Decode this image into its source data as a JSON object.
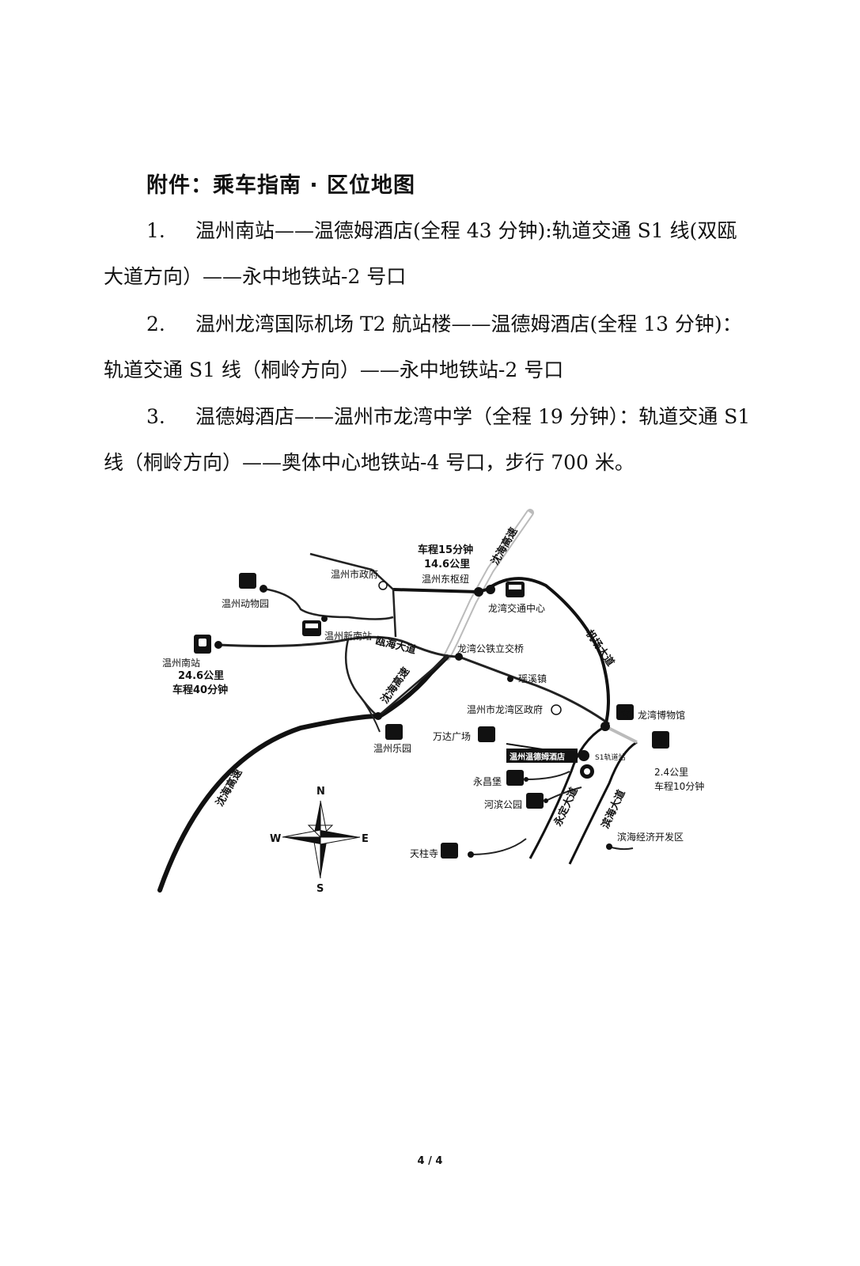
{
  "heading": "附件：乘车指南 · 区位地图",
  "routes": [
    {
      "num": "1.",
      "text": "温州南站——温德姆酒店(全程 43 分钟):轨道交通 S1 线(双瓯大道方向）——永中地铁站-2 号口"
    },
    {
      "num": "2.",
      "text": "温州龙湾国际机场 T2 航站楼——温德姆酒店(全程 13 分钟)：轨道交通 S1 线（桐岭方向）——永中地铁站-2 号口"
    },
    {
      "num": "3.",
      "text": "温德姆酒店——温州市龙湾中学（全程 19 分钟）：轨道交通 S1 线（桐岭方向）——奥体中心地铁站-4 号口，步行 700 米。"
    }
  ],
  "map": {
    "places": {
      "city_gov": "温州市政府",
      "zoo": "温州动物园",
      "new_south": "温州新南站",
      "south_station": "温州南站",
      "south_dist": "24.6公里",
      "south_time": "车程40分钟",
      "east_time": "车程15分钟",
      "east_dist": "14.6公里",
      "east_hub": "温州东枢纽",
      "transport_center": "龙湾交通中心",
      "bridge": "龙湾公铁立交桥",
      "town": "瑶溪镇",
      "district_gov": "温州市龙湾区政府",
      "museum": "龙湾博物馆",
      "wanda": "万达广场",
      "hotel": "温州温德姆酒店",
      "s1_station": "S1轨道站",
      "paradise": "温州乐园",
      "fort": "永昌堡",
      "park": "河滨公园",
      "airport_dist": "2.4公里",
      "airport_time": "车程10分钟",
      "temple": "天柱寺",
      "dev_zone": "滨海经济开发区"
    },
    "roads": {
      "ouhai": "瓯海大道",
      "yongding": "永定大道",
      "binhai": "滨海大道",
      "airport_rd": "机场大道",
      "yonghai_a": "沈海高速",
      "yonghai_b": "沈海高速",
      "north_exp": "沈海高速"
    },
    "compass": {
      "n": "N",
      "s": "S",
      "e": "E",
      "w": "W"
    }
  },
  "footer": "4 / 4"
}
